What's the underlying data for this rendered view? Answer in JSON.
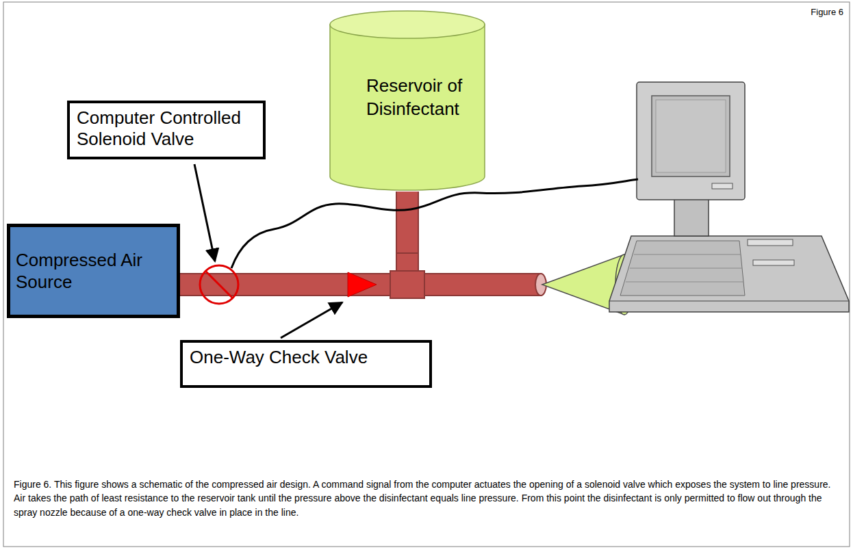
{
  "diagram": {
    "caption": "Figure 6. This figure shows a schematic of the compressed air design. A command signal from the computer actuates the opening of a solenoid valve which exposes the system to line pressure. Air takes the path of least resistance to the reservoir tank until the pressure above the disinfectant equals line pressure. From this point the disinfectant is only permitted to flow out through the spray nozzle because of a one-way check valve in place in the line.",
    "nodes": [
      {
        "text": [
          "Reservoir of Disinfectant"
        ]
      },
      {
        "text": [
          "Computer Controlled Solenoid Valve"
        ]
      },
      {
        "text": [
          "Compressed Air Source"
        ]
      },
      {
        "text": [
          "One-Way Check Valve"
        ]
      }
    ],
    "edges": [
      {
        "from": 2,
        "to": 0,
        "arrow": "none"
      }
    ],
    "labels": [
      "Figure 6"
    ]
  }
}
